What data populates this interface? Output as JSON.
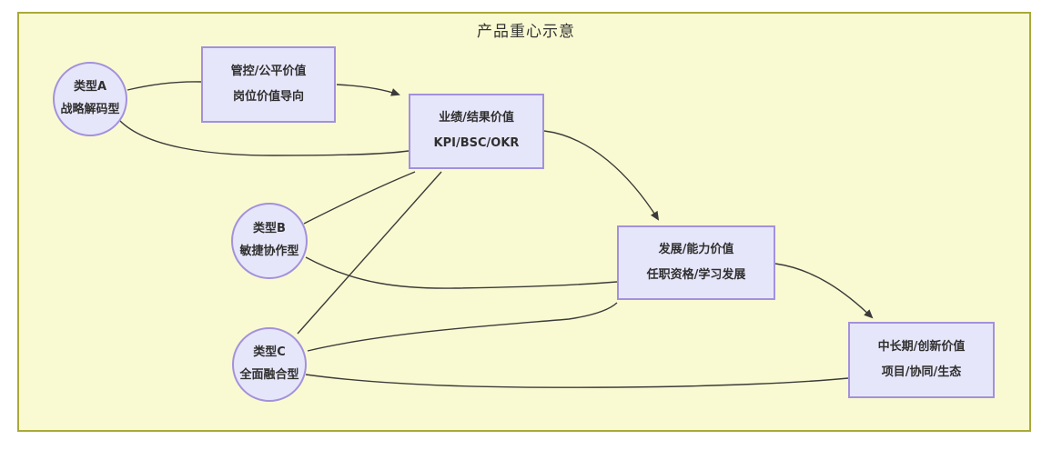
{
  "title": "产品重心示意",
  "colors": {
    "canvas_background": "#FAFAD2",
    "canvas_border": "#A9A93A",
    "node_fill": "#E6E6FA",
    "node_border": "#A391DC",
    "edge_line": "#3B3B3B",
    "text": "#2F2F2F"
  },
  "nodes": {
    "type_a": {
      "line1": "类型A",
      "line2": "战略解码型",
      "shape": "circle"
    },
    "type_b": {
      "line1": "类型B",
      "line2": "敏捷协作型",
      "shape": "circle"
    },
    "type_c": {
      "line1": "类型C",
      "line2": "全面融合型",
      "shape": "circle"
    },
    "control": {
      "line1": "管控/公平价值",
      "line2": "岗位价值导向",
      "shape": "rect"
    },
    "performance": {
      "line1": "业绩/结果价值",
      "line2": "KPI/BSC/OKR",
      "shape": "rect"
    },
    "development": {
      "line1": "发展/能力价值",
      "line2": "任职资格/学习发展",
      "shape": "rect"
    },
    "longterm": {
      "line1": "中长期/创新价值",
      "line2": "项目/协同/生态",
      "shape": "rect"
    }
  },
  "edges": [
    {
      "from": "类型A",
      "to": "管控/公平价值",
      "arrow": false
    },
    {
      "from": "管控/公平价值",
      "to": "业绩/结果价值",
      "arrow": true
    },
    {
      "from": "类型A",
      "to": "业绩/结果价值",
      "arrow": false
    },
    {
      "from": "类型B",
      "to": "业绩/结果价值",
      "arrow": false
    },
    {
      "from": "类型B",
      "to": "发展/能力价值",
      "arrow": false
    },
    {
      "from": "类型C",
      "to": "业绩/结果价值",
      "arrow": false
    },
    {
      "from": "类型C",
      "to": "发展/能力价值",
      "arrow": false
    },
    {
      "from": "类型C",
      "to": "中长期/创新价值",
      "arrow": false
    },
    {
      "from": "业绩/结果价值",
      "to": "发展/能力价值",
      "arrow": true
    },
    {
      "from": "发展/能力价值",
      "to": "中长期/创新价值",
      "arrow": true
    }
  ]
}
